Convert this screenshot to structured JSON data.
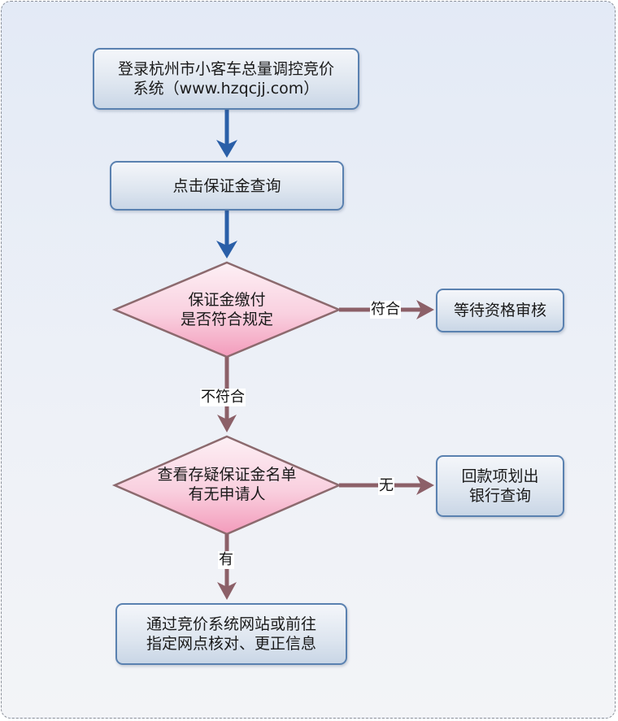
{
  "diagram": {
    "type": "flowchart",
    "colors": {
      "process_border": "#5a81b0",
      "decision_fill": "#f9c4d6",
      "decision_border": "#8c6a6e",
      "primary_arrow": "#2a5fa8",
      "decision_arrow": "#8c6068"
    },
    "nodes": {
      "login": {
        "shape": "process",
        "text": "登录杭州市小客车总量调控竞价\n系统（www.hzqcjj.com）"
      },
      "query_deposit": {
        "shape": "process",
        "text": "点击保证金查询"
      },
      "check_deposit": {
        "shape": "decision",
        "text": "保证金缴付\n是否符合规定"
      },
      "await_review": {
        "shape": "process",
        "text": "等待资格审核"
      },
      "check_list": {
        "shape": "decision",
        "text": "查看存疑保证金名单\n有无申请人"
      },
      "refund": {
        "shape": "process",
        "text": "回款项划出\n银行查询"
      },
      "correct_info": {
        "shape": "process",
        "text": "通过竞价系统网站或前往\n指定网点核对、更正信息"
      }
    },
    "edges": [
      {
        "from": "login",
        "to": "query_deposit",
        "label": ""
      },
      {
        "from": "query_deposit",
        "to": "check_deposit",
        "label": ""
      },
      {
        "from": "check_deposit",
        "to": "await_review",
        "label": "符合"
      },
      {
        "from": "check_deposit",
        "to": "check_list",
        "label": "不符合"
      },
      {
        "from": "check_list",
        "to": "refund",
        "label": "无"
      },
      {
        "from": "check_list",
        "to": "correct_info",
        "label": "有"
      }
    ]
  }
}
